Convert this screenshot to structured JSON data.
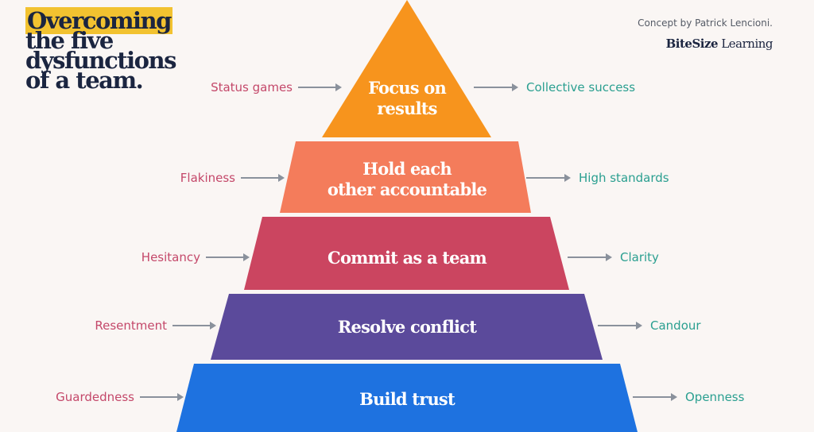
{
  "title": {
    "highlight": "Overcoming",
    "line2": "the five",
    "line3": "dysfunctions",
    "line4": "of a team."
  },
  "attribution": "Concept by Patrick Lencioni.",
  "brand": {
    "bold": "BiteSize",
    "regular": "Learning"
  },
  "tiers": [
    {
      "lines": [
        "Focus on",
        "results"
      ],
      "dysfunction": "Status games",
      "outcome": "Collective success",
      "color": "#f7941d"
    },
    {
      "lines": [
        "Hold each",
        "other accountable"
      ],
      "dysfunction": "Flakiness",
      "outcome": "High standards",
      "color": "#f47c5b"
    },
    {
      "lines": [
        "Commit as a team"
      ],
      "dysfunction": "Hesitancy",
      "outcome": "Clarity",
      "color": "#cb4560"
    },
    {
      "lines": [
        "Resolve conflict"
      ],
      "dysfunction": "Resentment",
      "outcome": "Candour",
      "color": "#5b4a9b"
    },
    {
      "lines": [
        "Build trust"
      ],
      "dysfunction": "Guardedness",
      "outcome": "Openness",
      "color": "#1e72e0"
    }
  ]
}
